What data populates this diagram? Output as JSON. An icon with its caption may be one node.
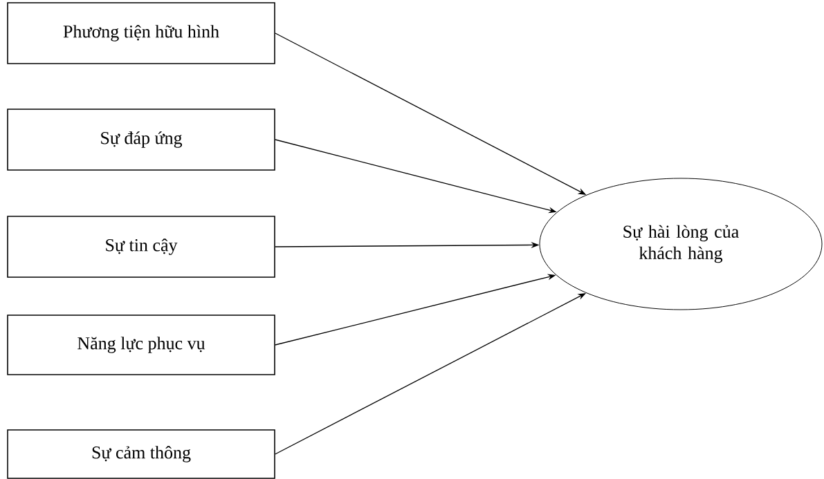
{
  "diagram": {
    "nodes": [
      {
        "text": [
          "Phương tiện hữu hình"
        ]
      },
      {
        "text": [
          "Sự đáp ứng"
        ]
      },
      {
        "text": [
          "Sự tin cậy"
        ]
      },
      {
        "text": [
          "Năng lực phục vụ"
        ]
      },
      {
        "text": [
          "Sự cảm thông"
        ]
      },
      {
        "text": [
          "Sự hài lòng của khách hàng"
        ]
      }
    ],
    "edges": [
      {
        "from": 0,
        "to": 5,
        "arrow": "to"
      },
      {
        "from": 1,
        "to": 5,
        "arrow": "to"
      },
      {
        "from": 2,
        "to": 5,
        "arrow": "to"
      },
      {
        "from": 3,
        "to": 5,
        "arrow": "to"
      },
      {
        "from": 4,
        "to": 5,
        "arrow": "to"
      }
    ]
  }
}
